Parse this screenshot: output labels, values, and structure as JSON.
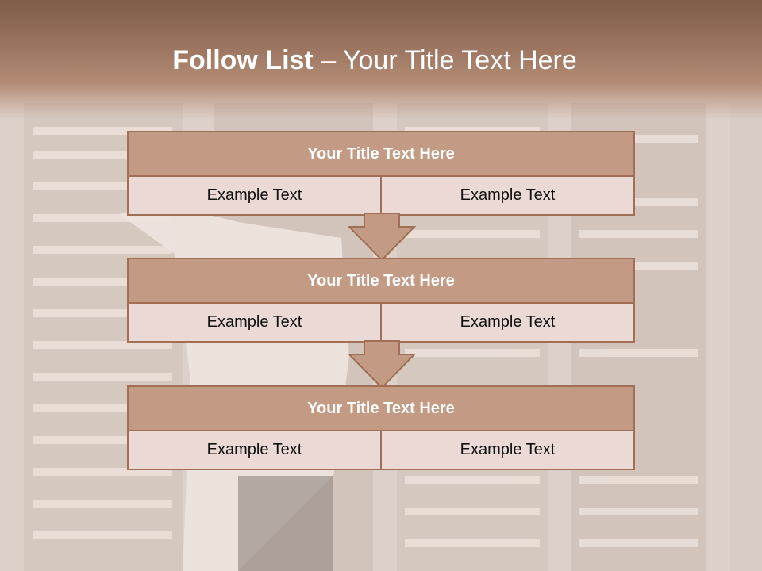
{
  "slide": {
    "title_bold": "Follow List",
    "title_rest": " – Your Title Text Here",
    "colors": {
      "header": "#9b7560",
      "box_title": "#c39b84",
      "box_cell": "#ead9d4",
      "border": "#a06f55"
    },
    "blocks": [
      {
        "title": "Your Title Text Here",
        "left": "Example Text",
        "right": "Example Text"
      },
      {
        "title": "Your Title Text Here",
        "left": "Example Text",
        "right": "Example Text"
      },
      {
        "title": "Your Title Text Here",
        "left": "Example Text",
        "right": "Example Text"
      }
    ]
  }
}
